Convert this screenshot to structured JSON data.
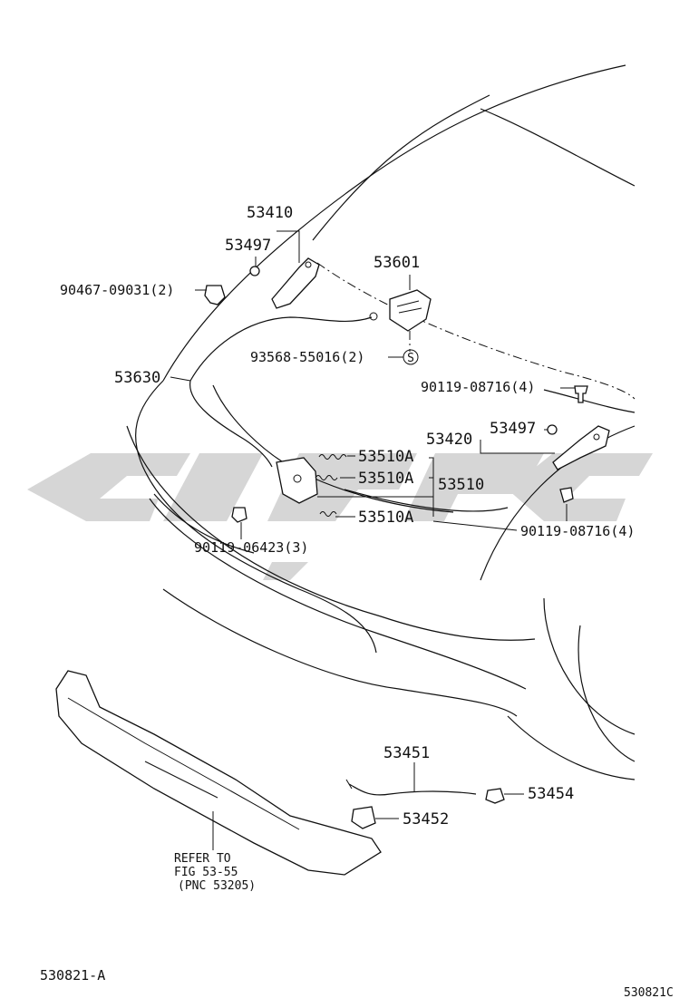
{
  "labels": {
    "p53410": "53410",
    "p53497_left": "53497",
    "p90467": "90467-09031(2)",
    "p53601": "53601",
    "p93568": "93568-55016(2)",
    "s_mark": "S",
    "p53630": "53630",
    "p90119_top": "90119-08716(4)",
    "p53420": "53420",
    "p53497_right": "53497",
    "p53510A_1": "53510A",
    "p53510A_2": "53510A",
    "p53510": "53510",
    "p53510A_3": "53510A",
    "p90119_bottom_right": "90119-08716(4)",
    "p90119_06423": "90119-06423(3)",
    "p53451": "53451",
    "p53454": "53454",
    "p53452": "53452",
    "refer_line1": "REFER TO",
    "refer_line2": "FIG 53-55",
    "refer_line3": "(PNC 53205)",
    "figure_code": "530821-A",
    "image_code": "530821C"
  },
  "colors": {
    "ink": "#111111",
    "watermark": "#d6d6d6"
  }
}
